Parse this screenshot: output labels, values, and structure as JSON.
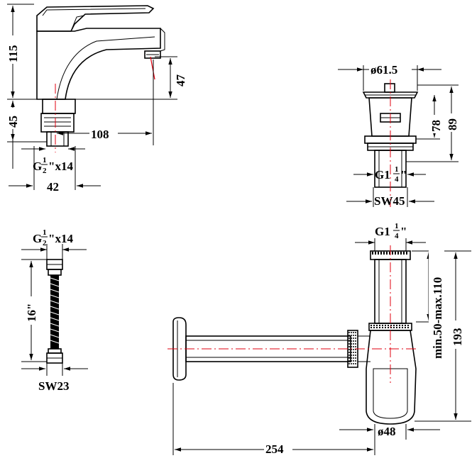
{
  "faucet": {
    "height_115": "115",
    "height_45": "45",
    "spout_47": "47",
    "reach_108": "108",
    "thread_g": "G",
    "thread_num": "1",
    "thread_den": "2",
    "thread_suffix": "\"x14",
    "width_42": "42"
  },
  "drain": {
    "dia": "ø61.5",
    "h78": "78",
    "h89": "89",
    "thread_g": "G1",
    "thread_num": "1",
    "thread_den": "4",
    "thread_suffix": "\"",
    "sw": "SW45"
  },
  "hose": {
    "thread_g": "G",
    "thread_num": "1",
    "thread_den": "2",
    "thread_suffix": "\"x14",
    "length": "16\"",
    "sw": "SW23"
  },
  "siphon": {
    "thread_g": "G1",
    "thread_num": "1",
    "thread_den": "4",
    "thread_suffix": "\"",
    "minmax": "min.50-max.110",
    "h193": "193",
    "dia48": "ø48",
    "len254": "254"
  }
}
